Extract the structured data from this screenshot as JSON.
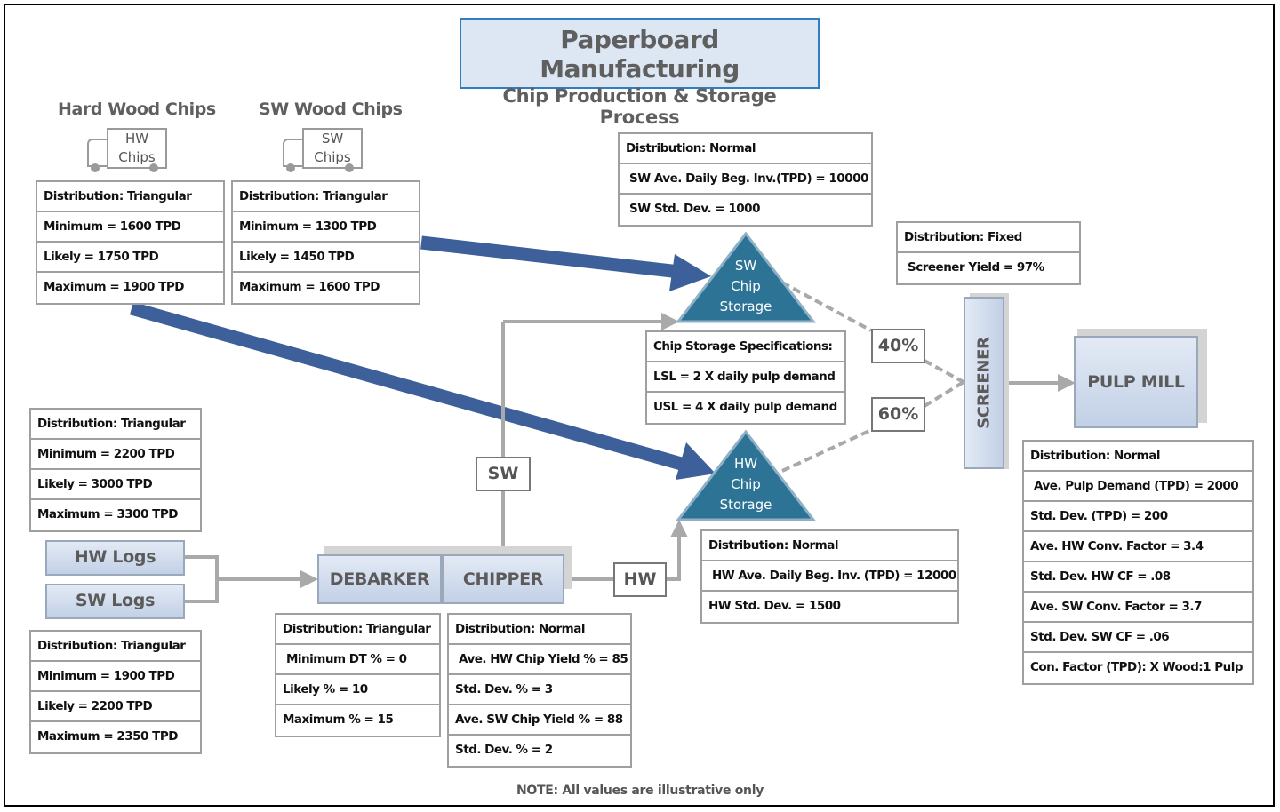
{
  "title": {
    "main": "Paperboard Manufacturing",
    "sub": "Chip Production & Storage Process"
  },
  "sources": {
    "hw_chips": {
      "label": "Hard Wood Chips",
      "truck_line1": "HW",
      "truck_line2": "Chips"
    },
    "sw_chips": {
      "label": "SW Wood Chips",
      "truck_line1": "SW",
      "truck_line2": "Chips"
    }
  },
  "tables": {
    "hw_chips": [
      "Distribution: Triangular",
      "Minimum = 1600 TPD",
      "Likely = 1750 TPD",
      "Maximum = 1900 TPD"
    ],
    "sw_chips": [
      "Distribution: Triangular",
      "Minimum = 1300 TPD",
      "Likely = 1450 TPD",
      "Maximum = 1600 TPD"
    ],
    "sw_storage": [
      "Distribution: Normal",
      "SW Ave. Daily Beg. Inv.(TPD) = 10000",
      "SW Std. Dev.   = 1000"
    ],
    "screener": [
      "Distribution: Fixed",
      "Screener Yield = 97%"
    ],
    "chip_storage_specs": [
      "Chip Storage Specifications:",
      "LSL = 2 X daily pulp demand",
      "USL = 4 X daily pulp demand"
    ],
    "hw_logs": [
      "Distribution: Triangular",
      "Minimum = 2200 TPD",
      "Likely = 3000 TPD",
      "Maximum = 3300 TPD"
    ],
    "sw_logs": [
      "Distribution: Triangular",
      "Minimum = 1900 TPD",
      "Likely = 2200 TPD",
      "Maximum = 2350 TPD"
    ],
    "debarker": [
      "Distribution: Triangular",
      "Minimum DT % = 0",
      "Likely % = 10",
      "Maximum % = 15"
    ],
    "chipper": [
      "Distribution: Normal",
      "Ave. HW Chip Yield % = 85",
      "Std. Dev. % = 3",
      "Ave. SW Chip Yield % = 88",
      "Std. Dev. % = 2"
    ],
    "hw_storage": [
      "Distribution: Normal",
      "HW Ave. Daily Beg. Inv. (TPD) = 12000",
      "HW Std. Dev.   = 1500"
    ],
    "pulp_mill": [
      "Distribution: Normal",
      "Ave. Pulp Demand (TPD) = 2000",
      "Std. Dev. (TPD) = 200",
      "Ave. HW Conv. Factor = 3.4",
      "Std. Dev. HW CF = .08",
      "Ave. SW Conv. Factor = 3.7",
      "Std. Dev. SW CF = .06",
      "Con. Factor (TPD): X Wood:1 Pulp"
    ]
  },
  "nodes": {
    "sw_storage": [
      "SW",
      "Chip",
      "Storage"
    ],
    "hw_storage": [
      "HW",
      "Chip",
      "Storage"
    ],
    "debarker": "DEBARKER",
    "chipper": "CHIPPER",
    "hw_logs": "HW Logs",
    "sw_logs": "SW Logs",
    "screener": "SCREENER",
    "pulp_mill": "PULP MILL"
  },
  "flows": {
    "sw_split": "40%",
    "hw_split": "60%",
    "sw_tag": "SW",
    "hw_tag": "HW"
  },
  "colors": {
    "big_arrow": "#3d5f9a",
    "storage_fill": "#2d7396",
    "connector": "#a9a9a9",
    "title_border": "#2f7fc0"
  },
  "note": "NOTE: All values are illustrative only"
}
